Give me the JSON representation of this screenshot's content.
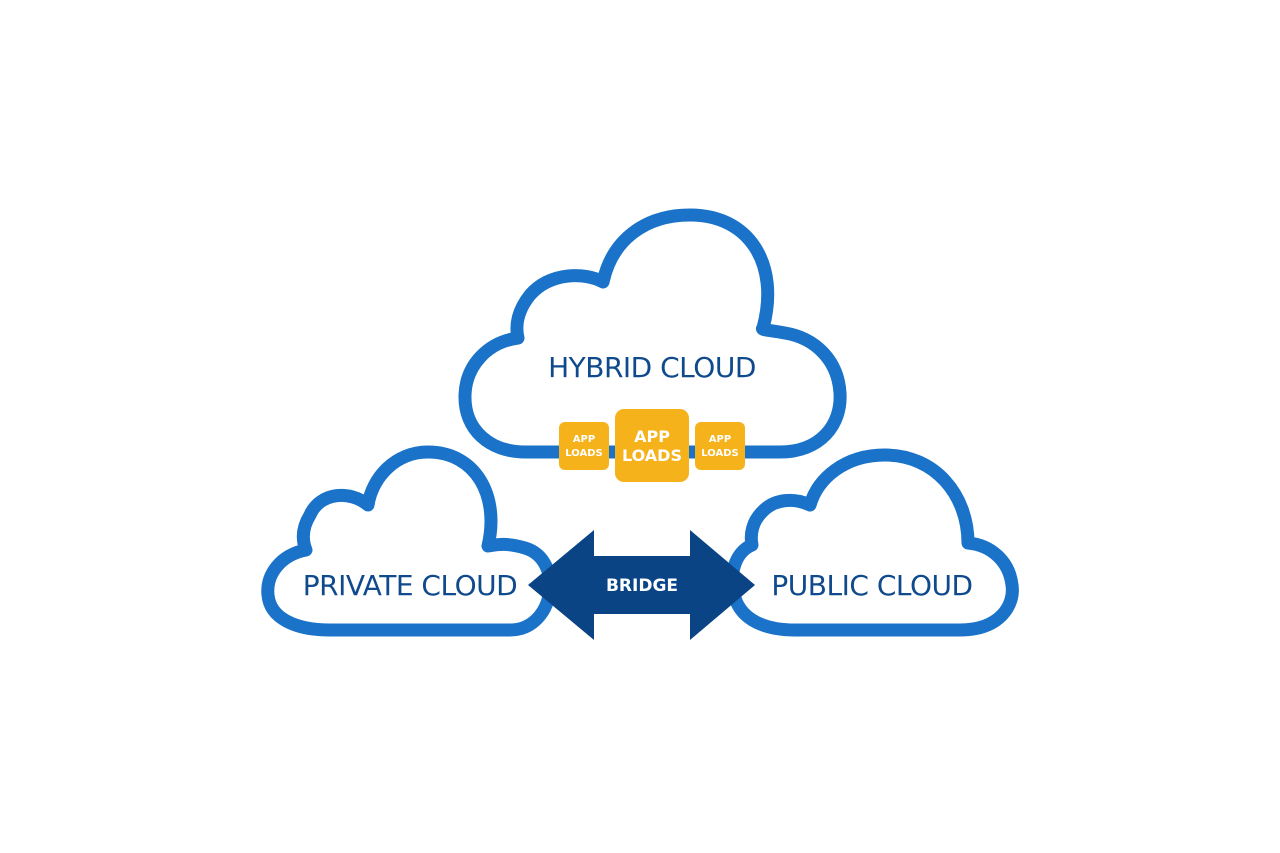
{
  "diagram": {
    "hybrid_cloud": {
      "label": "HYBRID CLOUD"
    },
    "private_cloud": {
      "label": "PRIVATE CLOUD"
    },
    "public_cloud": {
      "label": "PUBLIC CLOUD"
    },
    "bridge": {
      "label": "BRIDGE"
    },
    "app_loads": [
      {
        "line1": "APP",
        "line2": "LOADS"
      },
      {
        "line1": "APP",
        "line2": "LOADS"
      },
      {
        "line1": "APP",
        "line2": "LOADS"
      }
    ],
    "colors": {
      "cloud_stroke": "#1a73c8",
      "label_text": "#0f4a8c",
      "bridge_fill": "#0b4485",
      "app_box_fill": "#f6b21b"
    }
  }
}
